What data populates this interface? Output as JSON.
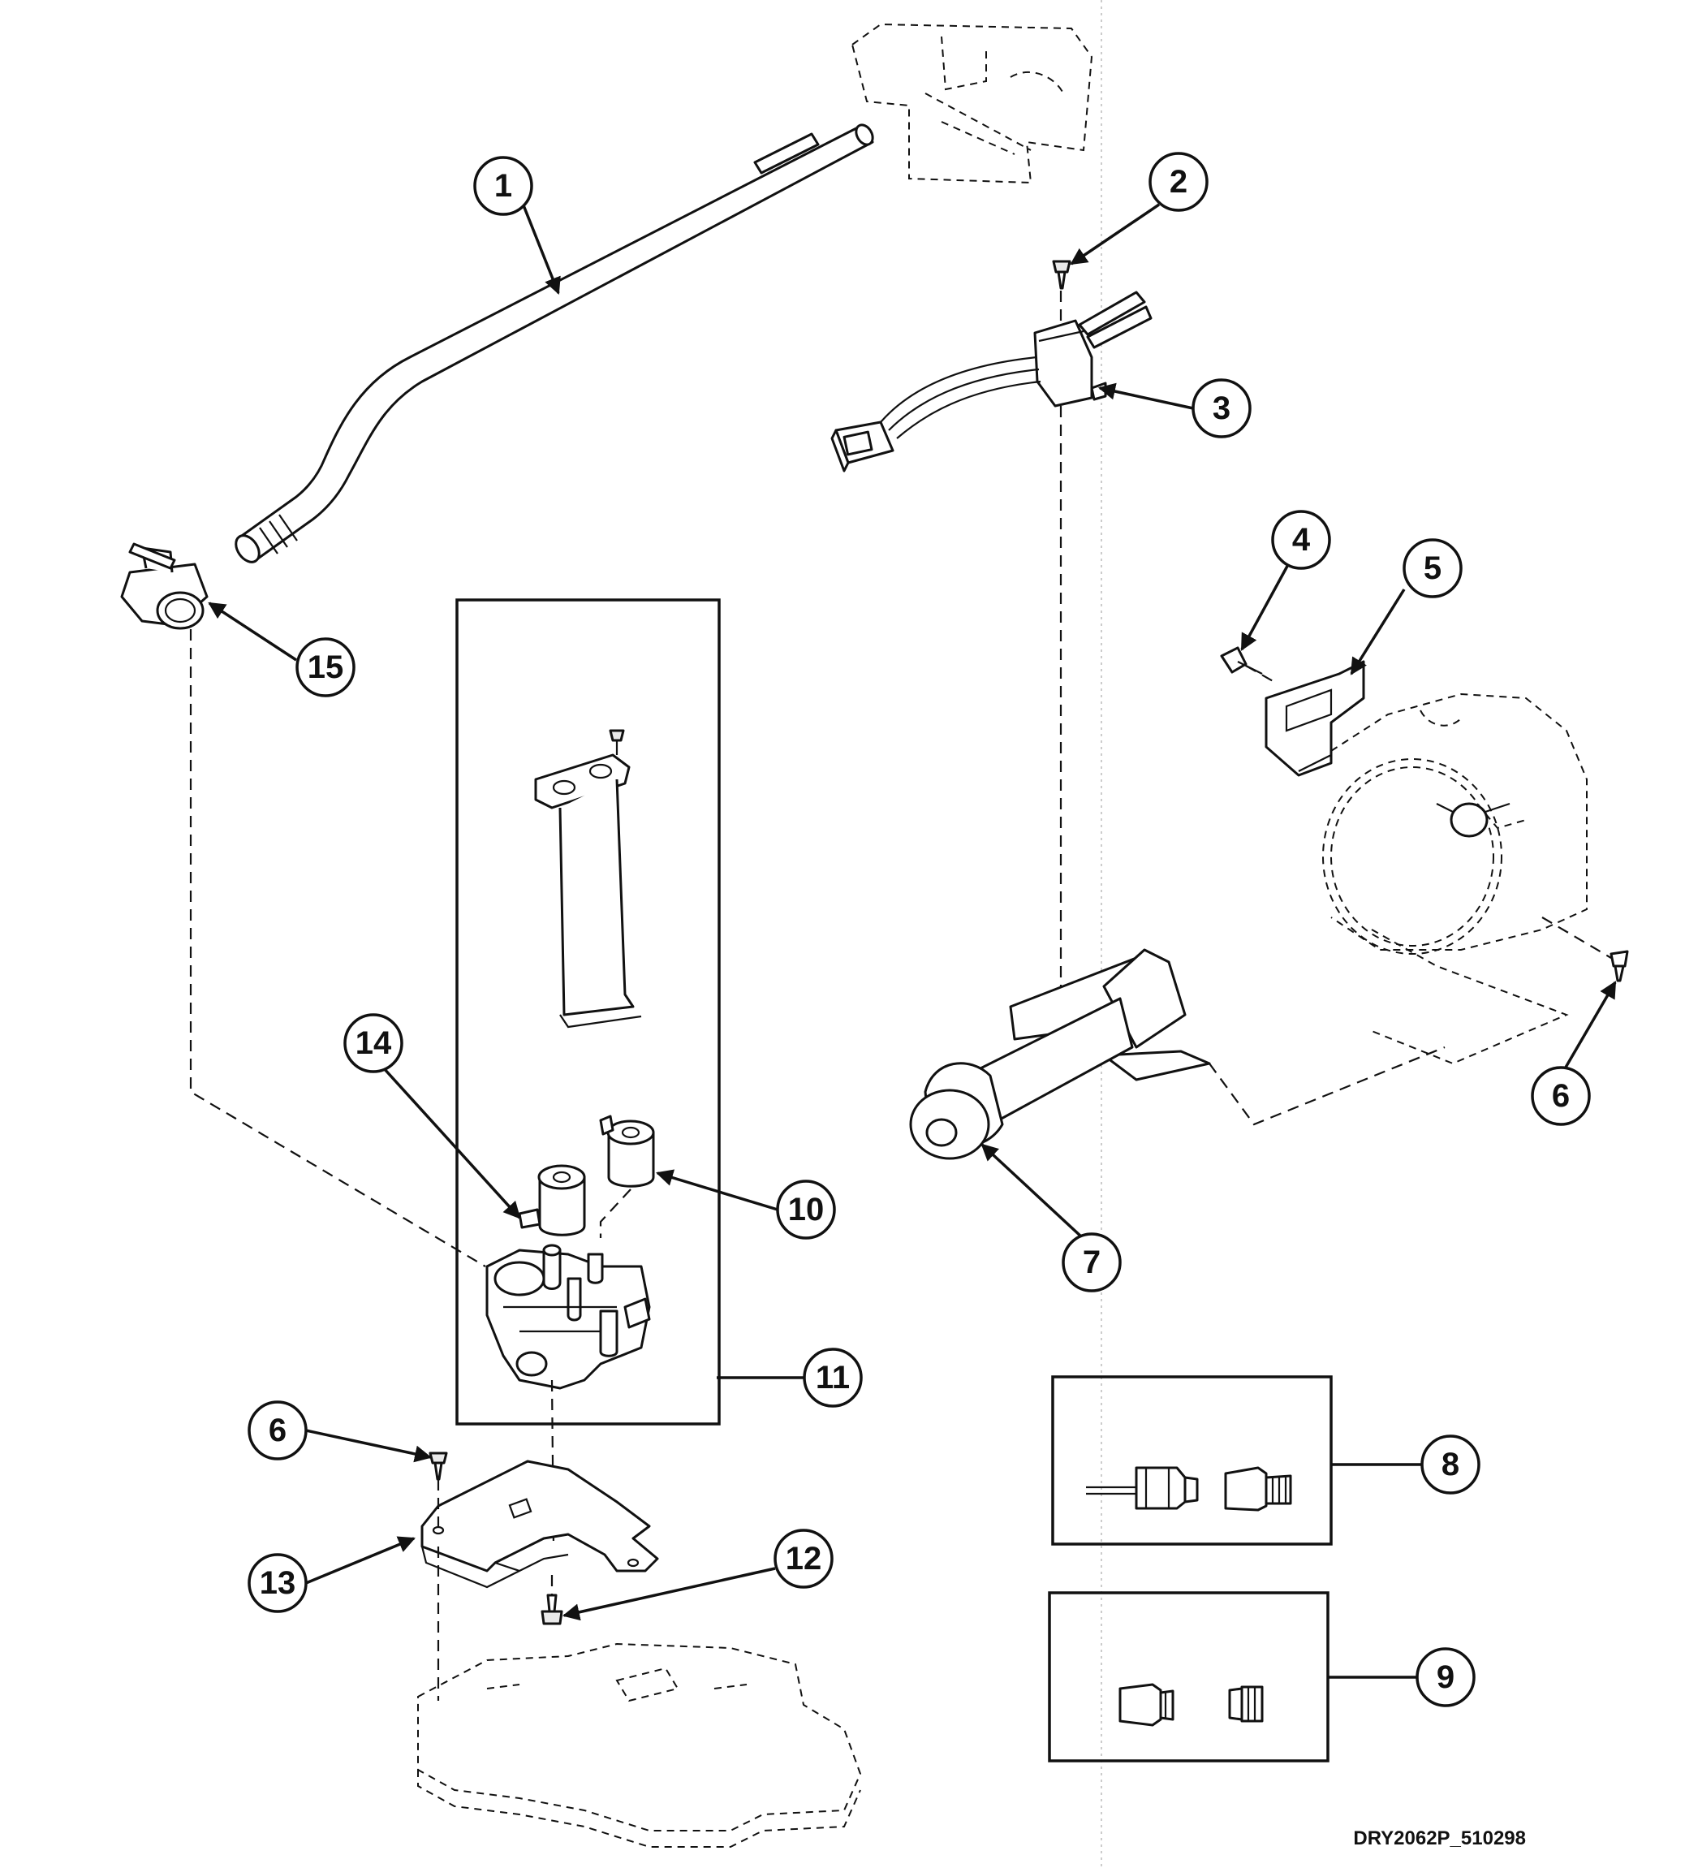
{
  "diagram": {
    "callouts": [
      "1",
      "2",
      "3",
      "4",
      "5",
      "6",
      "7",
      "8",
      "9",
      "10",
      "11",
      "12",
      "13",
      "14",
      "15",
      "6"
    ],
    "drawing_code": "DRY2062P_510298",
    "colors": {
      "ink": "#111111",
      "paper": "#ffffff"
    }
  }
}
